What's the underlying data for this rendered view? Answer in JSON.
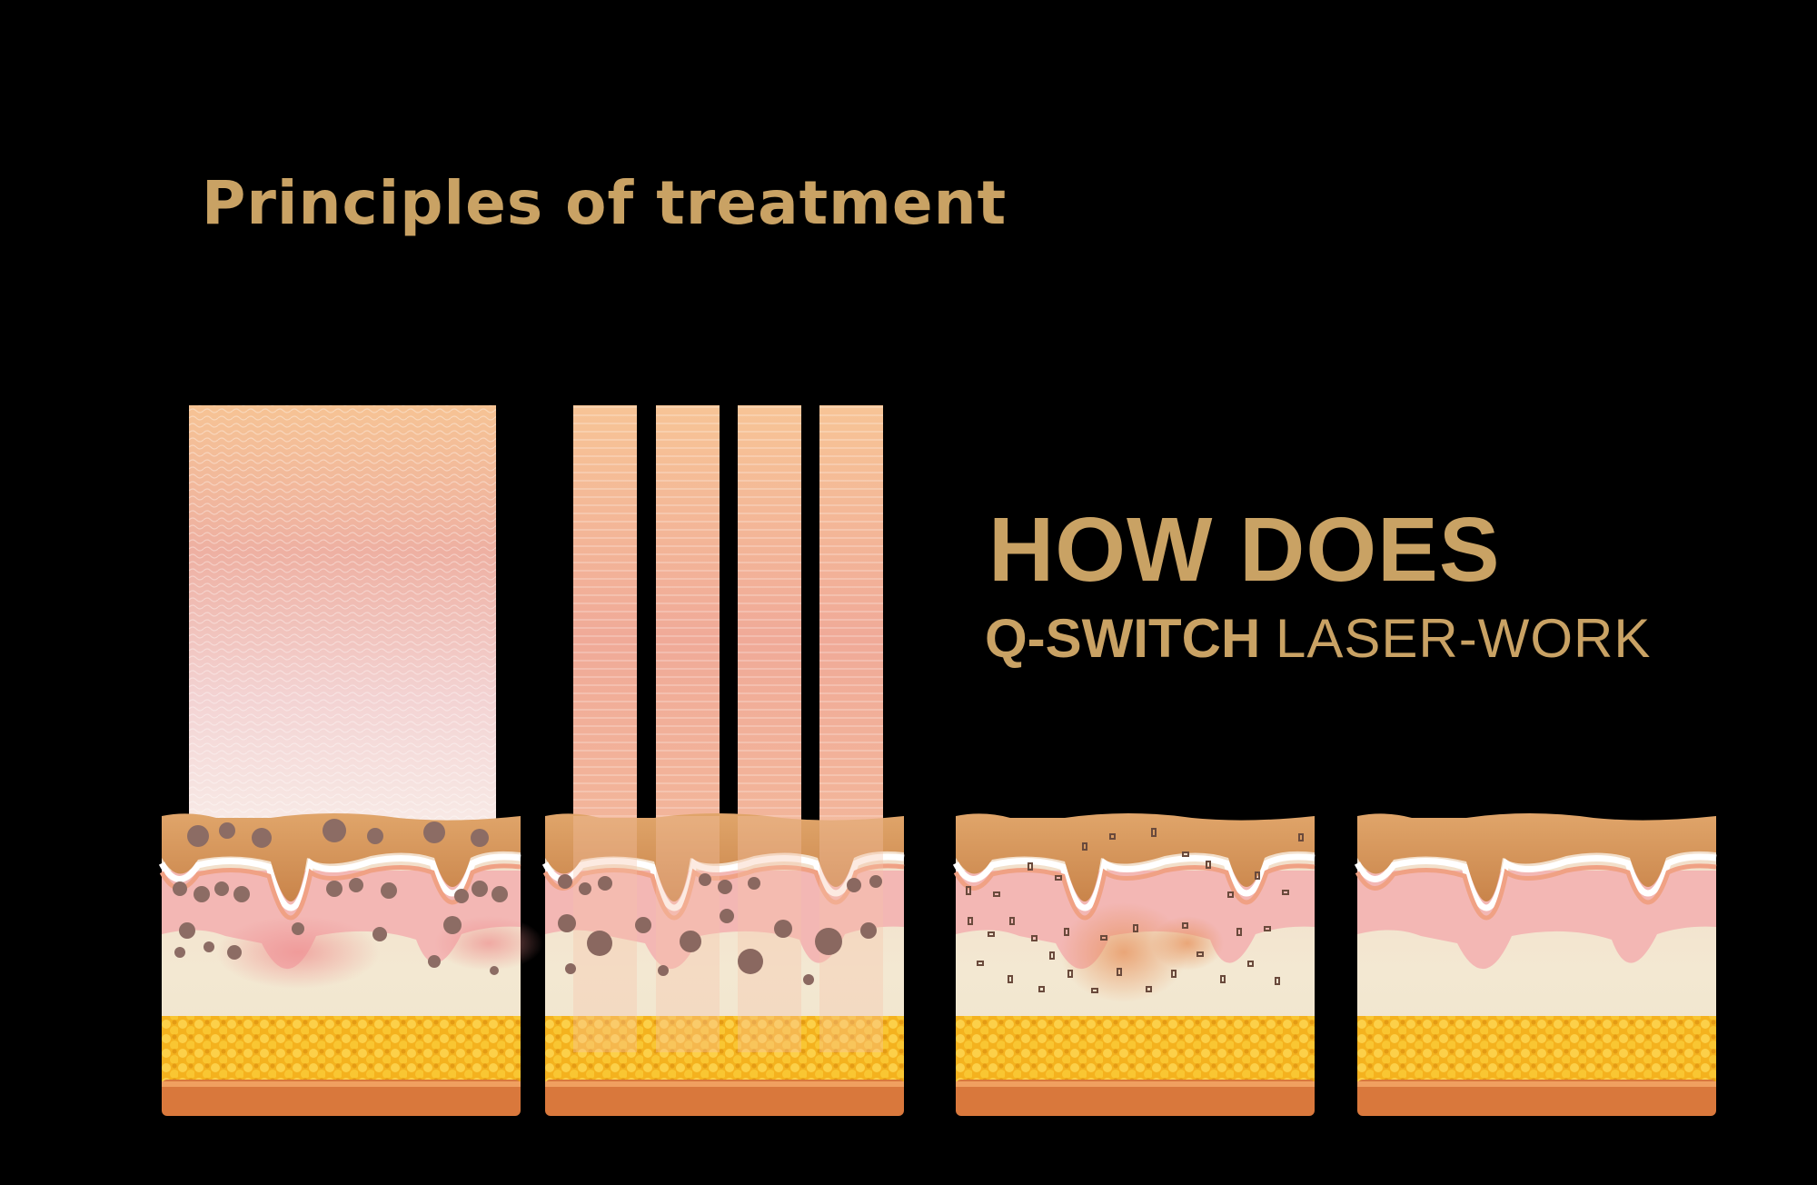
{
  "heading": "Principles of treatment",
  "how_line": "HOW DOES",
  "qswitch_bold": "Q-SWITCH",
  "qswitch_thin": "LASER-WORK",
  "colors": {
    "background": "#000000",
    "gold": "#c9a264",
    "beam_peach": "#f3b98a",
    "beam_pink": "#eea8a0",
    "skin_top": "#d69456",
    "dermis": "#f2e7cf",
    "fat_yellow": "#f6bc24",
    "base_orange": "#d9783c",
    "pigment": "#8a6a62"
  },
  "panels": [
    {
      "stage": "laser-full-beam",
      "beam": "wide",
      "pigment": "clusters"
    },
    {
      "stage": "laser-split-beams",
      "beam": "four-narrow",
      "pigment": "shattered"
    },
    {
      "stage": "particle-fragments",
      "beam": "none",
      "pigment": "fragments"
    },
    {
      "stage": "clear-skin",
      "beam": "none",
      "pigment": "none"
    }
  ]
}
